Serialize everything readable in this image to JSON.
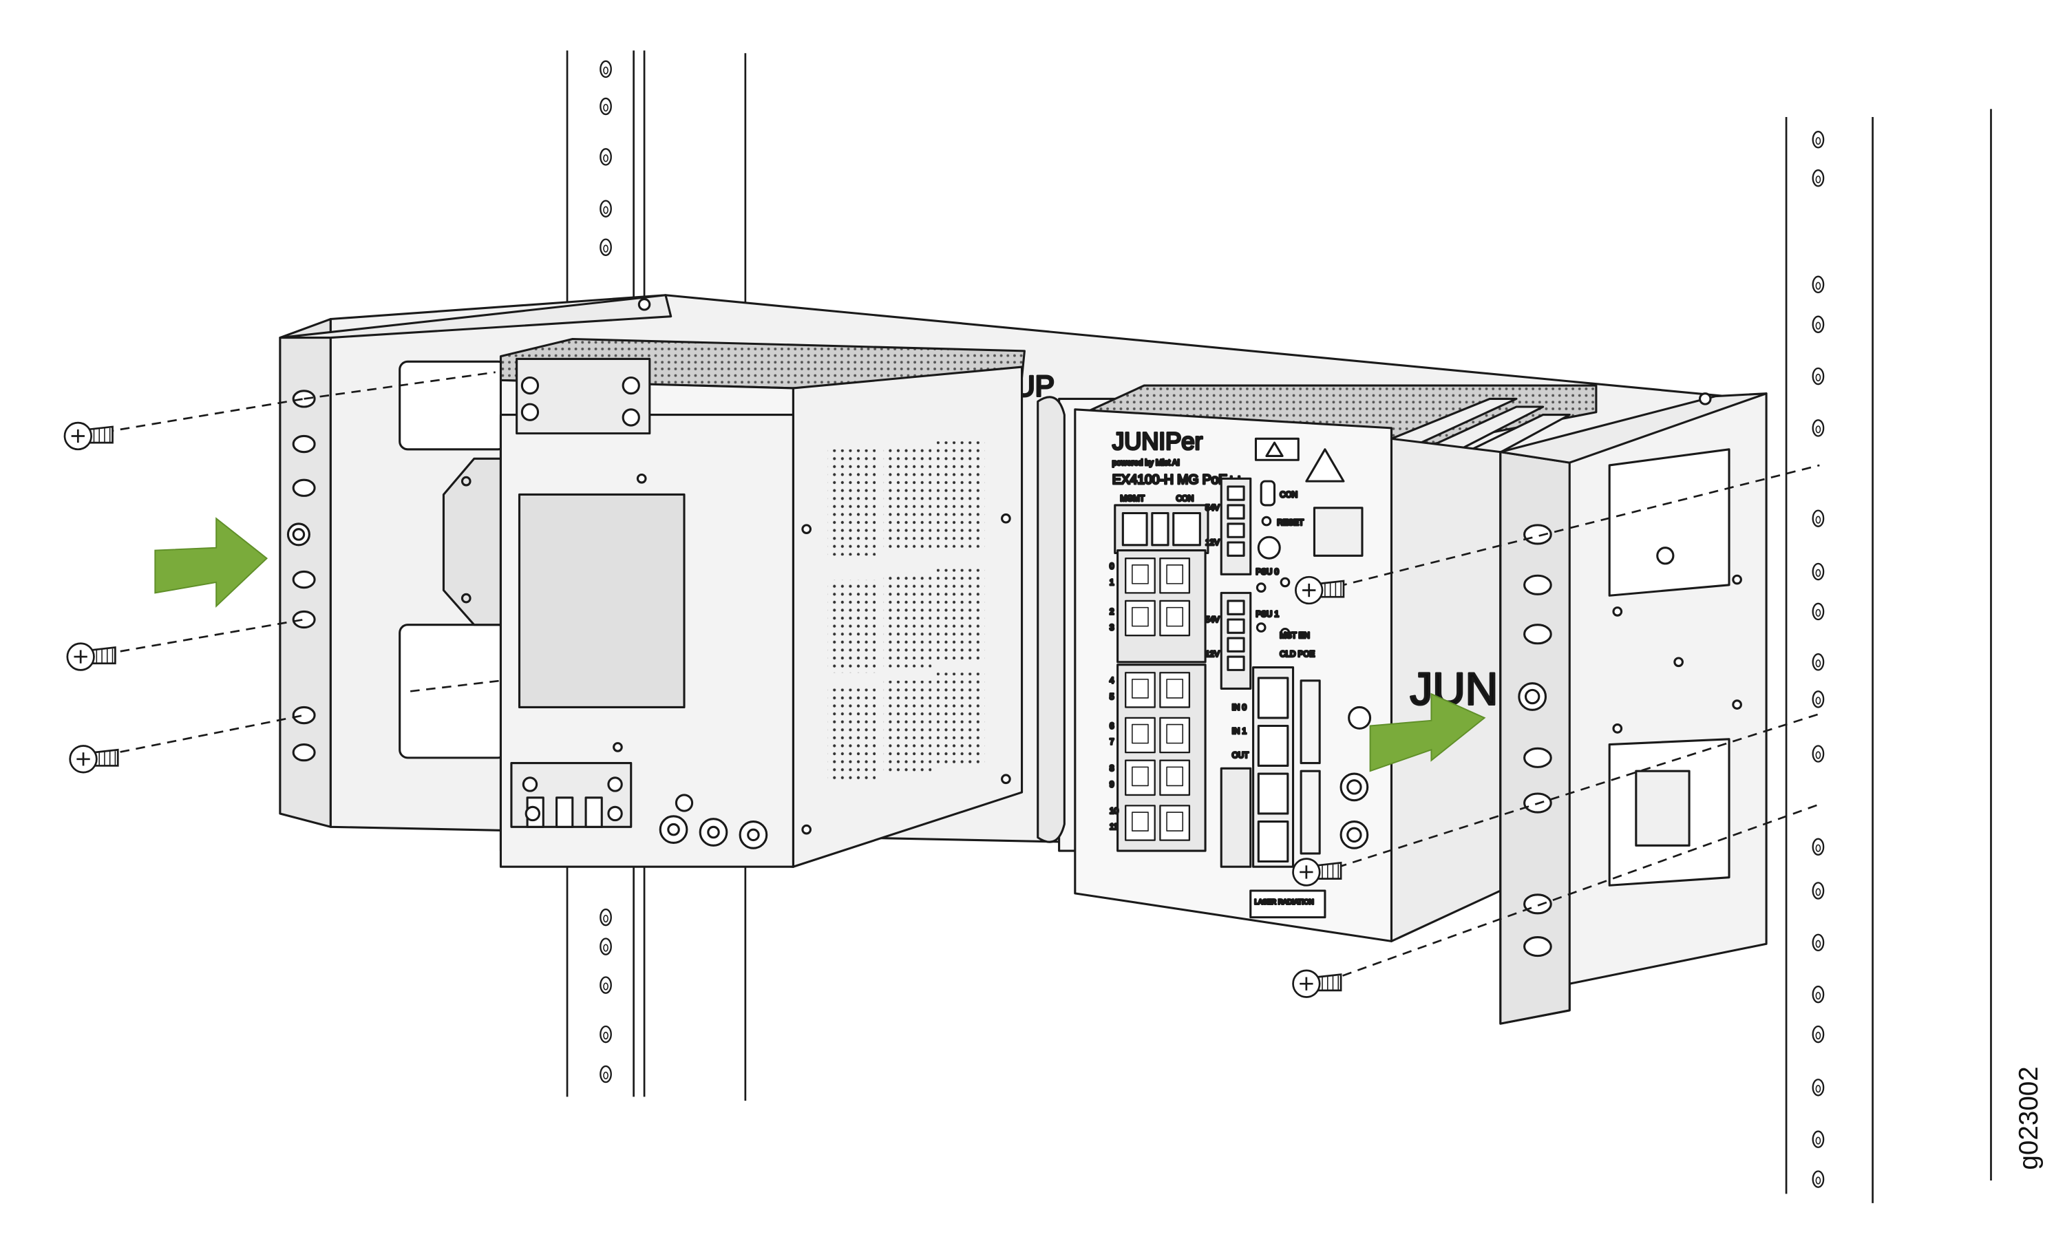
{
  "colors": {
    "line": "#1a1a1a",
    "panel": "#f4f4f4",
    "panel_dark": "#e3e3e3",
    "arrow": "#7aab3b",
    "arrow_dark": "#5f8f28"
  },
  "device_labels": {
    "brand": "JUNIPer",
    "powered_by": "powered by Mist AI",
    "model": "EX4100-H MG PoE++",
    "mgmt": "MGMT",
    "con_port": "CON",
    "con": "CON",
    "reset": "RESET",
    "psu0": "PSU 0",
    "psu1": "PSU 1",
    "mst_en": "MST EN",
    "cld_poe": "CLD POE",
    "in0": "IN 0",
    "in1": "IN 1",
    "out": "OUT",
    "v54": "54V",
    "v12": "12V",
    "laser": "LASER RADIATION",
    "port_numbers": [
      "0",
      "1",
      "2",
      "3",
      "4",
      "5",
      "6",
      "7",
      "8",
      "9",
      "10",
      "11"
    ]
  },
  "bracket_text": "UP",
  "side_text": "JUNIP",
  "figure_id": "g023002",
  "icons": [
    "screw-icon",
    "arrow-right-icon",
    "warning-icon",
    "hot-surface-icon"
  ]
}
